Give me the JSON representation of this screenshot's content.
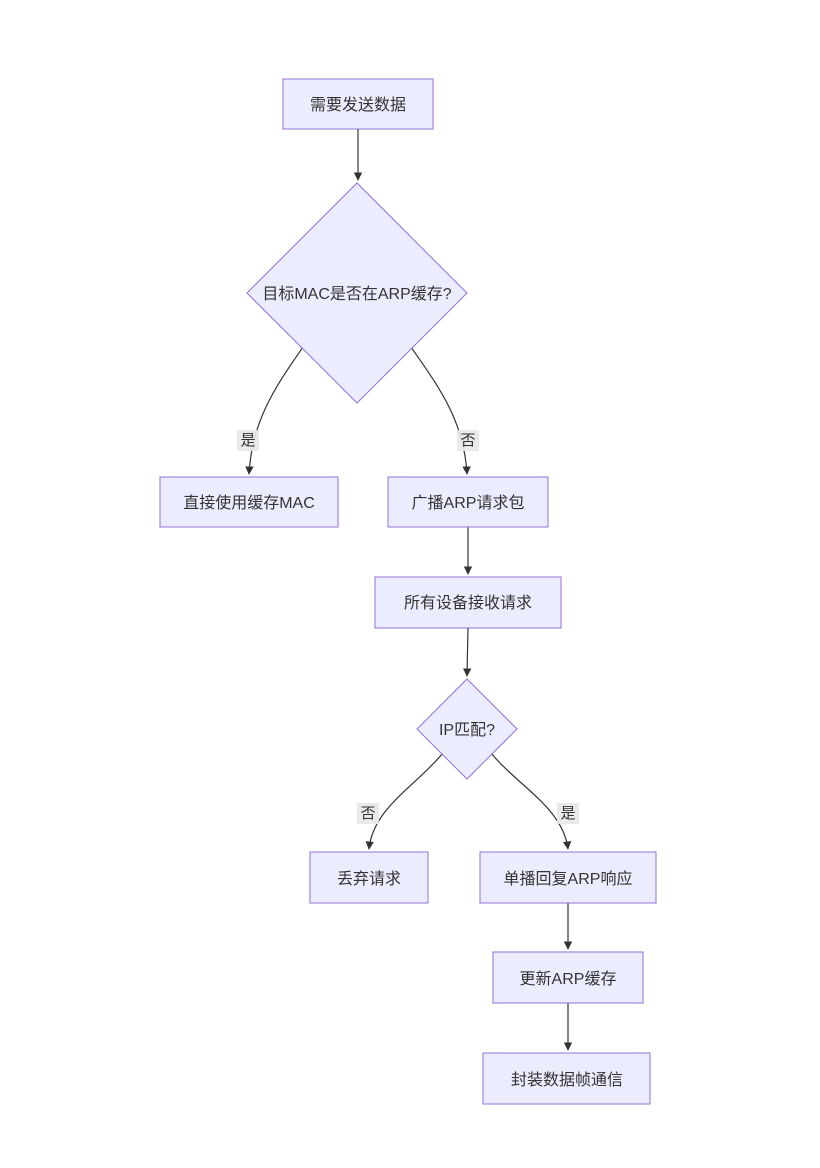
{
  "diagram": {
    "type": "flowchart",
    "direction": "top-down",
    "nodes": [
      {
        "id": "start",
        "shape": "rect",
        "label": "需要发送数据"
      },
      {
        "id": "arp-cache-check",
        "shape": "diamond",
        "label": "目标MAC是否在ARP缓存?"
      },
      {
        "id": "use-cached-mac",
        "shape": "rect",
        "label": "直接使用缓存MAC"
      },
      {
        "id": "broadcast-arp",
        "shape": "rect",
        "label": "广播ARP请求包"
      },
      {
        "id": "all-receive",
        "shape": "rect",
        "label": "所有设备接收请求"
      },
      {
        "id": "ip-match-check",
        "shape": "diamond",
        "label": "IP匹配?"
      },
      {
        "id": "discard",
        "shape": "rect",
        "label": "丢弃请求"
      },
      {
        "id": "unicast-reply",
        "shape": "rect",
        "label": "单播回复ARP响应"
      },
      {
        "id": "update-cache",
        "shape": "rect",
        "label": "更新ARP缓存"
      },
      {
        "id": "encapsulate",
        "shape": "rect",
        "label": "封装数据帧通信"
      }
    ],
    "edges": [
      {
        "from": "需要发送数据",
        "to": "目标MAC是否在ARP缓存?",
        "label": ""
      },
      {
        "from": "目标MAC是否在ARP缓存?",
        "to": "直接使用缓存MAC",
        "label": "是"
      },
      {
        "from": "目标MAC是否在ARP缓存?",
        "to": "广播ARP请求包",
        "label": "否"
      },
      {
        "from": "广播ARP请求包",
        "to": "所有设备接收请求",
        "label": ""
      },
      {
        "from": "所有设备接收请求",
        "to": "IP匹配?",
        "label": ""
      },
      {
        "from": "IP匹配?",
        "to": "丢弃请求",
        "label": "否"
      },
      {
        "from": "IP匹配?",
        "to": "单播回复ARP响应",
        "label": "是"
      },
      {
        "from": "单播回复ARP响应",
        "to": "更新ARP缓存",
        "label": ""
      },
      {
        "from": "更新ARP缓存",
        "to": "封装数据帧通信",
        "label": ""
      }
    ],
    "colors": {
      "node_fill": "#ECECFF",
      "node_border": "#9370DB",
      "edge_line": "#333333",
      "edge_label_bg": "#e8e8e8",
      "text": "#333333",
      "background": "#ffffff"
    }
  }
}
